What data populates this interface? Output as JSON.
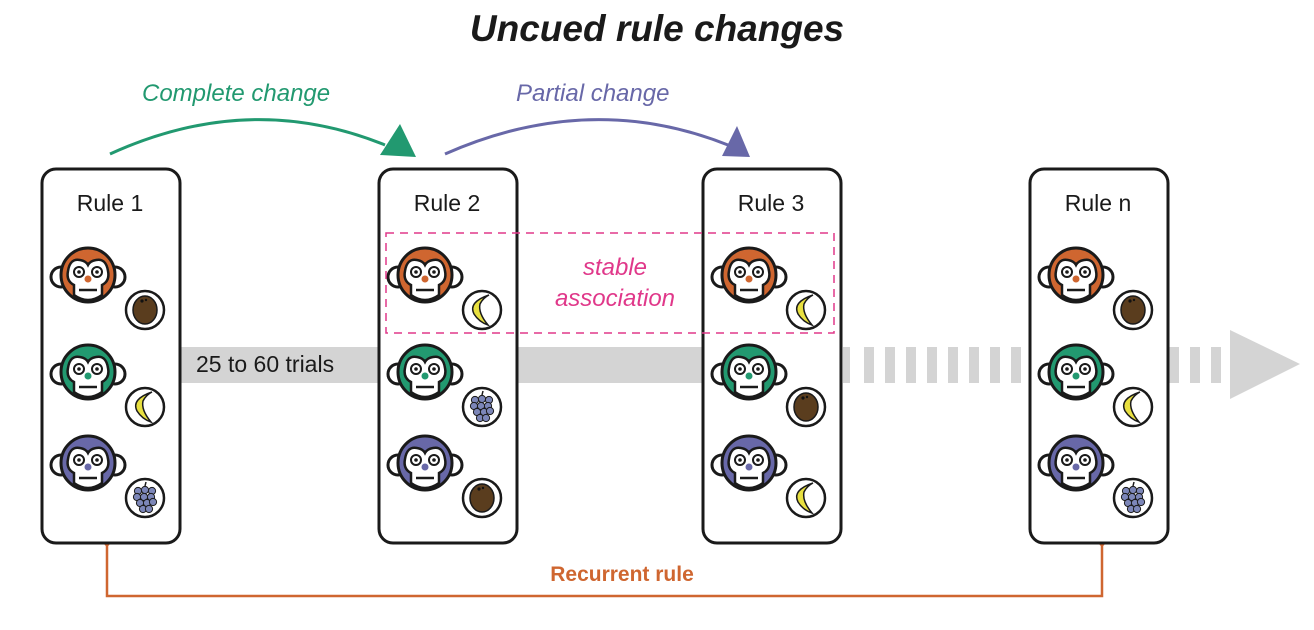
{
  "title": "Uncued rule changes",
  "colors": {
    "orange": "#cf6630",
    "green": "#229970",
    "purple": "#6868a8",
    "magenta": "#e0388a",
    "timeline_gray": "#d4d4d4",
    "coconut": "#5a3d1e",
    "banana": "#e8e040",
    "grape": "#7c86b8"
  },
  "transitions": {
    "complete": "Complete change",
    "partial": "Partial change"
  },
  "timeline": {
    "label": "25 to 60 trials"
  },
  "stable_association": {
    "line1": "stable",
    "line2": "association"
  },
  "recurrent_rule": "Recurrent rule",
  "rules": [
    {
      "title": "Rule 1",
      "pairs": [
        {
          "monkey": "orange",
          "fruit": "coconut"
        },
        {
          "monkey": "green",
          "fruit": "banana"
        },
        {
          "monkey": "purple",
          "fruit": "grapes"
        }
      ]
    },
    {
      "title": "Rule 2",
      "pairs": [
        {
          "monkey": "orange",
          "fruit": "banana"
        },
        {
          "monkey": "green",
          "fruit": "grapes"
        },
        {
          "monkey": "purple",
          "fruit": "coconut"
        }
      ]
    },
    {
      "title": "Rule 3",
      "pairs": [
        {
          "monkey": "orange",
          "fruit": "banana"
        },
        {
          "monkey": "green",
          "fruit": "coconut"
        },
        {
          "monkey": "purple",
          "fruit": "banana"
        }
      ]
    },
    {
      "title": "Rule n",
      "pairs": [
        {
          "monkey": "orange",
          "fruit": "coconut"
        },
        {
          "monkey": "green",
          "fruit": "banana"
        },
        {
          "monkey": "purple",
          "fruit": "grapes"
        }
      ]
    }
  ]
}
